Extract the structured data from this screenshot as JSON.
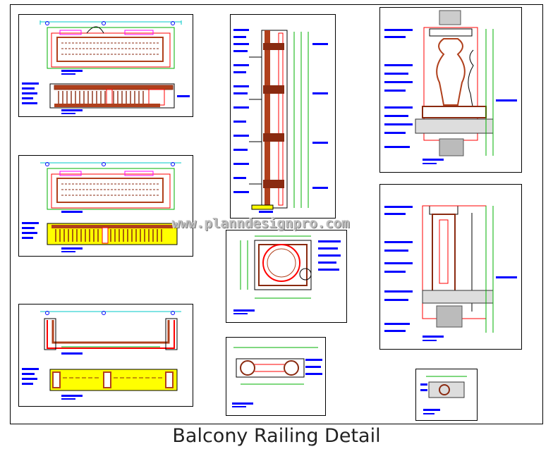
{
  "title": "Balcony Railing Detail",
  "watermark": "www.planndesignpro.com",
  "colors": {
    "annotation": "#0000ff",
    "dimension": "#00b000",
    "outline": "#ff0000",
    "brick": "#b0401c",
    "rail": "#8a2a10",
    "highlight": "#ffff00",
    "magenta": "#ff00ff",
    "cyan": "#00c8c8"
  },
  "panels": [
    {
      "id": "plan-1",
      "kind": "plan"
    },
    {
      "id": "elev-1",
      "kind": "elevation"
    },
    {
      "id": "plan-2",
      "kind": "plan"
    },
    {
      "id": "elev-2",
      "kind": "elevation"
    },
    {
      "id": "plan-3",
      "kind": "plan"
    },
    {
      "id": "section-1",
      "kind": "section"
    },
    {
      "id": "detail-a",
      "kind": "detail"
    },
    {
      "id": "detail-b",
      "kind": "detail"
    },
    {
      "id": "detail-c",
      "kind": "detail"
    },
    {
      "id": "detail-d",
      "kind": "detail"
    },
    {
      "id": "detail-e",
      "kind": "detail"
    }
  ]
}
